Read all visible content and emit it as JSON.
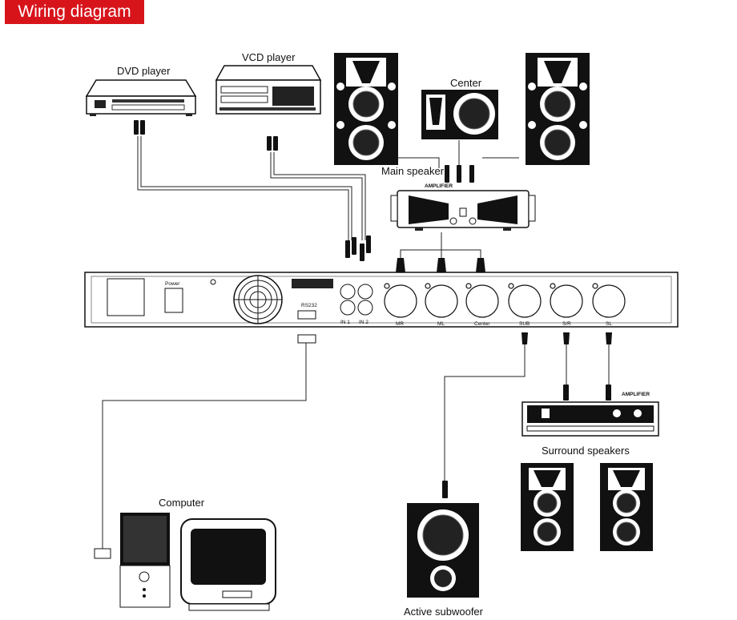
{
  "title": "Wiring diagram",
  "labels": {
    "dvd_player": "DVD player",
    "vcd_player": "VCD player",
    "center": "Center",
    "main_speaker": "Main speaker",
    "amplifier_top": "AMPLIFIER",
    "amplifier_right": "AMPLIFIER",
    "surround_speakers": "Surround speakers",
    "computer": "Computer",
    "active_subwoofer": "Active subwoofer"
  },
  "panel": {
    "power": "Power",
    "rs232": "RS232",
    "in1": "IN 1",
    "in2": "IN 2",
    "outputs": [
      "MR",
      "ML",
      "Center",
      "SUB",
      "S/R",
      "SL"
    ]
  }
}
